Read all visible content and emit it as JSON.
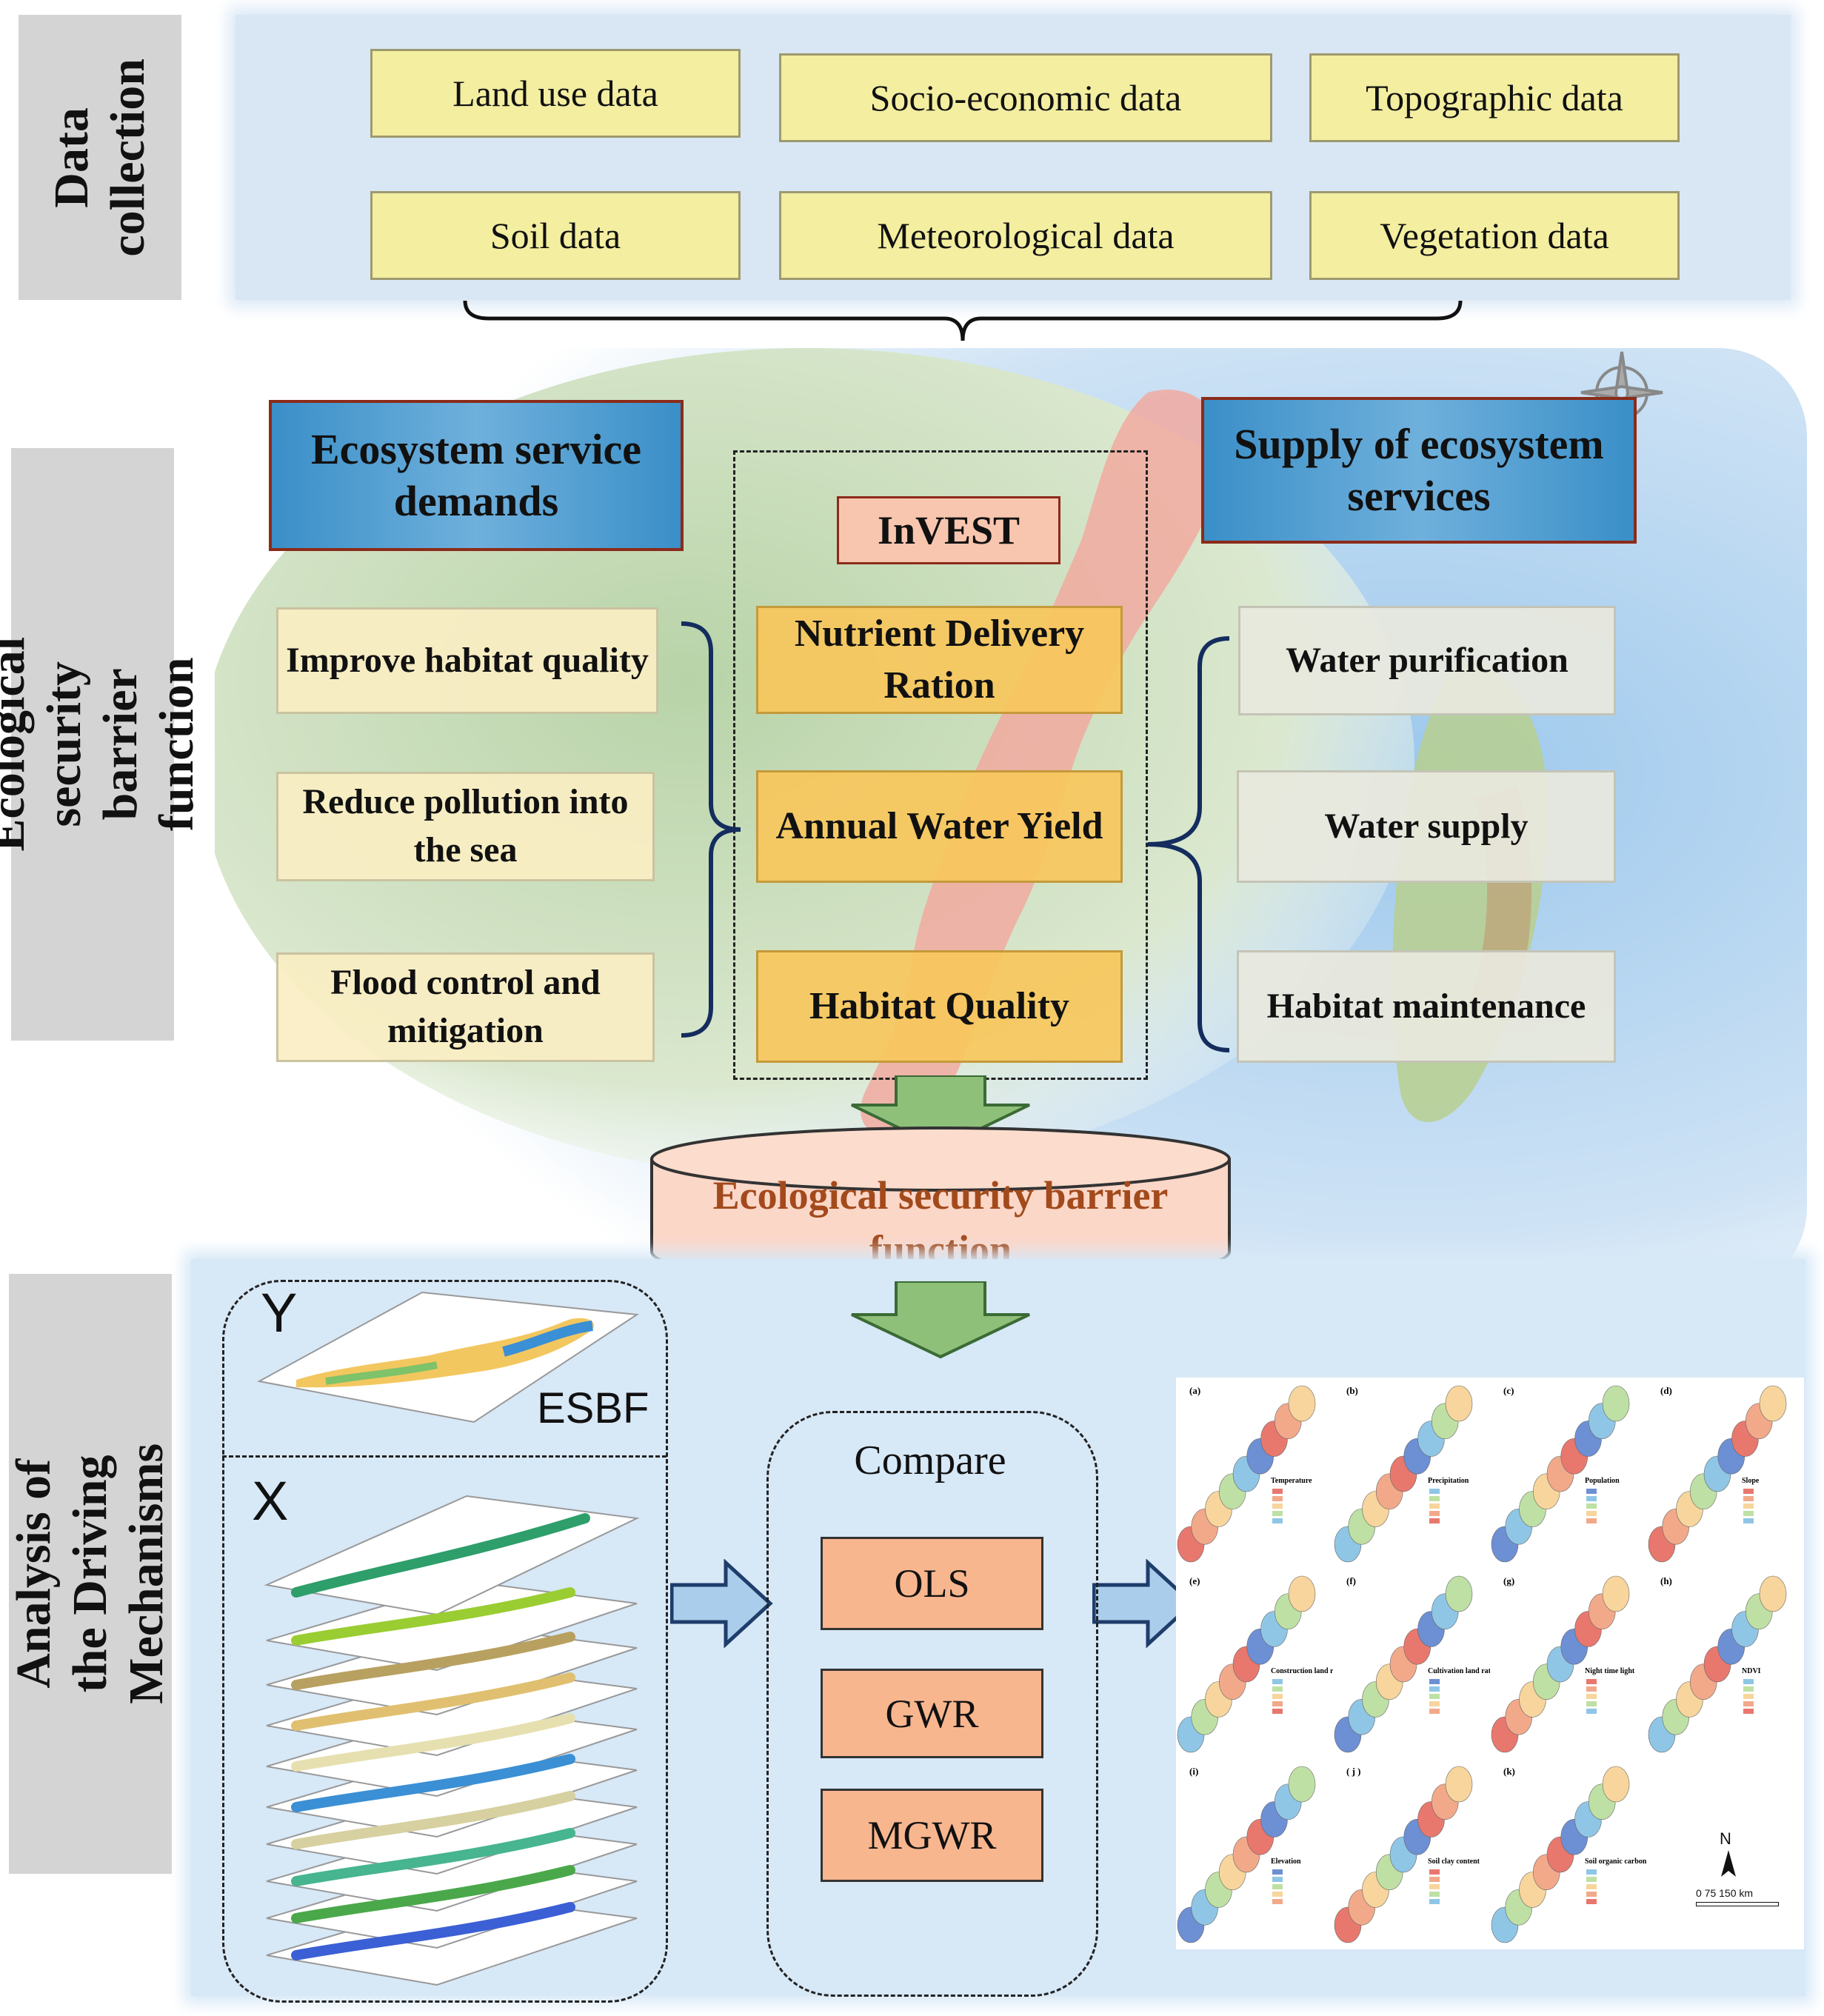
{
  "sections": {
    "data_collection": "Data collection",
    "ecological": "Ecological security barrier function",
    "driving": "Analysis of the Driving Mechanisms"
  },
  "data_items": [
    "Land use data",
    "Socio-economic data",
    "Topographic data",
    "Soil data",
    "Meteorological data",
    "Vegetation data"
  ],
  "demands": {
    "title": "Ecosystem service demands",
    "items": [
      "Improve habitat quality",
      "Reduce pollution into the sea",
      "Flood control and mitigation"
    ]
  },
  "invest": {
    "title": "InVEST",
    "models": [
      "Nutrient Delivery Ration",
      "Annual Water Yield",
      "Habitat Quality"
    ]
  },
  "supply": {
    "title": "Supply of ecosystem services",
    "items": [
      "Water purification",
      "Water supply",
      "Habitat maintenance"
    ]
  },
  "esbf_cylinder": "Ecological security barrier function",
  "driving": {
    "y_label": "Y",
    "x_label": "X",
    "esbf_label": "ESBF",
    "compare_title": "Compare",
    "models": [
      "OLS",
      "GWR",
      "MGWR"
    ],
    "map_panels": [
      {
        "tag": "(a)",
        "name": "Temperature"
      },
      {
        "tag": "(b)",
        "name": "Precipitation"
      },
      {
        "tag": "(c)",
        "name": "Population"
      },
      {
        "tag": "(d)",
        "name": "Slope"
      },
      {
        "tag": "(e)",
        "name": "Construction land ratio"
      },
      {
        "tag": "(f)",
        "name": "Cultivation land ratio"
      },
      {
        "tag": "(g)",
        "name": "Night time light"
      },
      {
        "tag": "(h)",
        "name": "NDVI"
      },
      {
        "tag": "(i)",
        "name": "Elevation"
      },
      {
        "tag": "( j )",
        "name": "Soil clay content"
      },
      {
        "tag": "(k)",
        "name": "Soil organic carbon content"
      }
    ],
    "scale_text": "0 75 150",
    "scale_unit": "km",
    "north": "N"
  },
  "colors": {
    "yellow_box": "#f3eea0",
    "blue_header": "#3f97cf",
    "salmon": "#f8b68f",
    "orange_model": "#f7c75c",
    "arrow_green": "#8ec07a",
    "arrow_blue": "#a9cdea"
  }
}
